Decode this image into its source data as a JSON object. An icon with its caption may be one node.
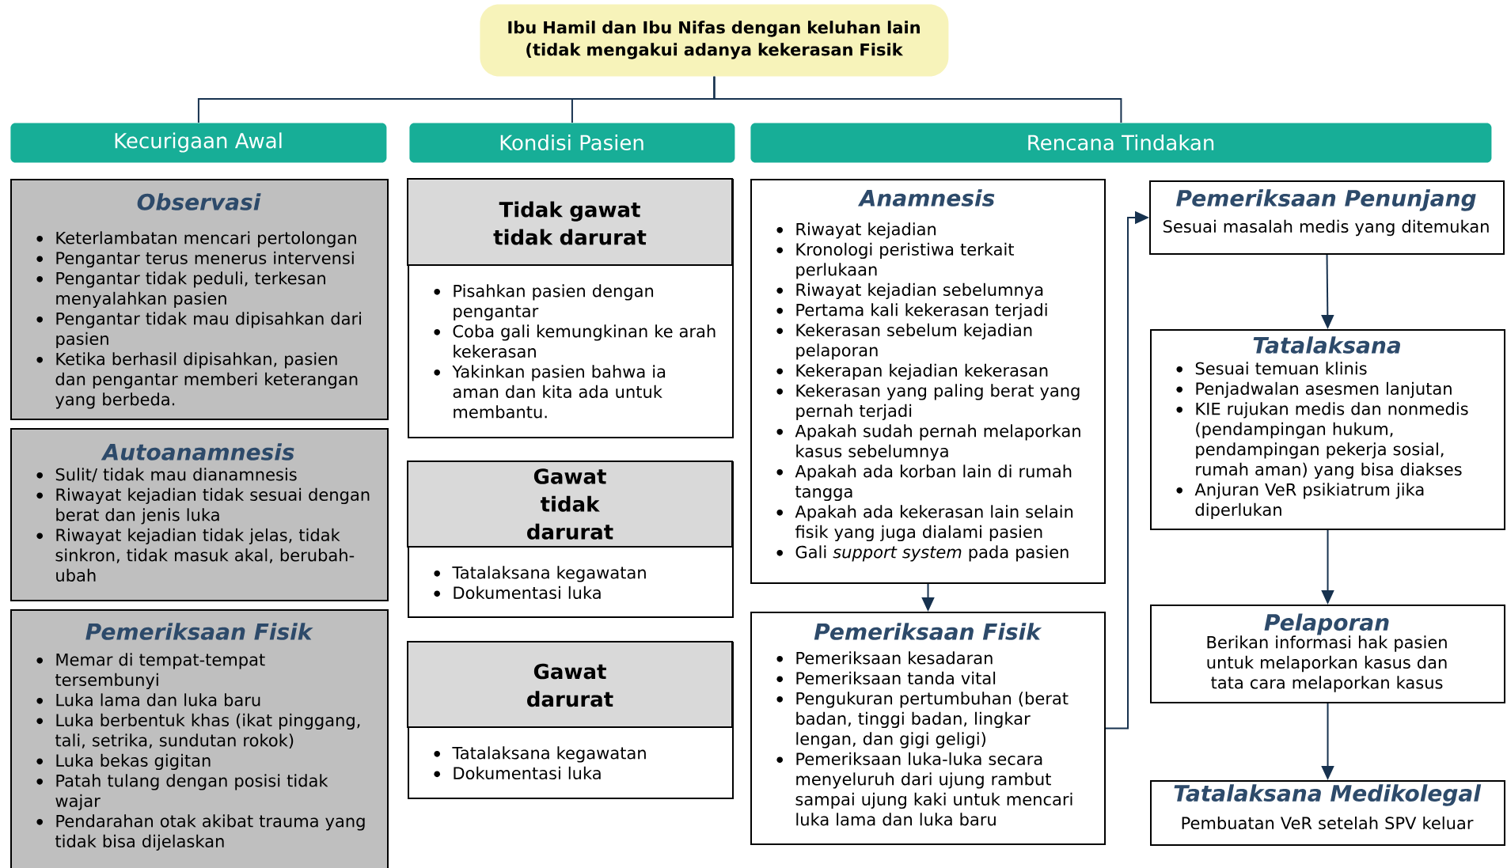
{
  "diagram": {
    "nodes": [
      {
        "text": [
          "Ibu Hamil dan Ibu Nifas dengan keluhan lain (tidak mengakui adanya kekerasan Fisik"
        ]
      },
      {
        "text": [
          "Kecurigaan Awal"
        ]
      },
      {
        "text": [
          "Kondisi Pasien"
        ]
      },
      {
        "text": [
          "Rencana Tindakan"
        ]
      },
      {
        "text": [
          "Observasi",
          "Keterlambatan mencari pertolongan",
          "Pengantar terus menerus intervensi",
          "Pengantar tidak peduli, terkesan menyalahkan pasien",
          "Pengantar tidak mau dipisahkan dari pasien",
          "Ketika berhasil dipisahkan, pasien dan pengantar memberi keterangan yang berbeda."
        ]
      },
      {
        "text": [
          "Autoanamnesis",
          "Sulit/ tidak mau dianamnesis",
          "Riwayat kejadian tidak sesuai dengan berat dan jenis luka",
          "Riwayat kejadian tidak jelas, tidak sinkron, tidak masuk akal, berubah-ubah"
        ]
      },
      {
        "text": [
          "Pemeriksaan Fisik",
          "Memar di tempat-tempat tersembunyi",
          "Luka lama dan luka baru",
          "Luka berbentuk khas (ikat pinggang, tali, setrika, sundutan rokok)",
          "Luka bekas gigitan",
          "Patah tulang dengan posisi tidak wajar",
          "Pendarahan otak akibat trauma yang tidak bisa dijelaskan"
        ]
      },
      {
        "text": [
          "Tidak gawat tidak darurat",
          "Pisahkan pasien dengan pengantar",
          "Coba gali kemungkinan ke arah kekerasan",
          "Yakinkan pasien bahwa ia aman dan kita ada untuk membantu."
        ]
      },
      {
        "text": [
          "Gawat tidak darurat",
          "Tatalaksana kegawatan",
          "Dokumentasi luka"
        ]
      },
      {
        "text": [
          "Gawat darurat",
          "Tatalaksana kegawatan",
          "Dokumentasi luka"
        ]
      },
      {
        "text": [
          "Anamnesis",
          "Riwayat kejadian",
          "Kronologi peristiwa terkait perlukaan",
          "Riwayat kejadian sebelumnya",
          "Pertama kali kekerasan terjadi",
          "Kekerasan sebelum kejadian pelaporan",
          "Kekerapan kejadian kekerasan",
          "Kekerasan yang paling berat yang pernah terjadi",
          "Apakah sudah pernah melaporkan kasus sebelumnya",
          "Apakah ada korban lain di rumah tangga",
          "Apakah ada kekerasan lain selain fisik yang juga dialami pasien",
          "Gali *support system* pada pasien"
        ]
      },
      {
        "text": [
          "Pemeriksaan Fisik",
          "Pemeriksaan kesadaran",
          "Pemeriksaan tanda vital",
          "Pengukuran pertumbuhan (berat badan, tinggi badan, lingkar lengan, dan gigi geligi)",
          "Pemeriksaan luka-luka secara menyeluruh dari ujung rambut sampai ujung kaki untuk mencari luka lama dan luka baru"
        ]
      },
      {
        "text": [
          "Pemeriksaan Penunjang",
          "Sesuai masalah medis yang ditemukan"
        ]
      },
      {
        "text": [
          "Tatalaksana",
          "Sesuai temuan klinis",
          "Penjadwalan asesmen lanjutan",
          "KIE rujukan medis dan nonmedis (pendampingan hukum, pendampingan pekerja sosial, rumah aman) yang bisa diakses",
          "Anjuran VeR psikiatrum jika diperlukan"
        ]
      },
      {
        "text": [
          "Pelaporan",
          "Berikan informasi hak pasien untuk melaporkan kasus dan tata cara melaporkan kasus"
        ]
      },
      {
        "text": [
          "Tatalaksana Medikolegal",
          "Pembuatan VeR setelah SPV keluar"
        ]
      }
    ],
    "edges": [
      {
        "from": 0,
        "to": 1,
        "arrow": "none"
      },
      {
        "from": 0,
        "to": 2,
        "arrow": "none"
      },
      {
        "from": 0,
        "to": 3,
        "arrow": "none"
      },
      {
        "from": 10,
        "to": 11,
        "arrow": "to"
      },
      {
        "from": 11,
        "to": 12,
        "arrow": "to"
      },
      {
        "from": 12,
        "to": 13,
        "arrow": "to"
      },
      {
        "from": 13,
        "to": 14,
        "arrow": "to"
      },
      {
        "from": 14,
        "to": 15,
        "arrow": "to"
      }
    ]
  }
}
